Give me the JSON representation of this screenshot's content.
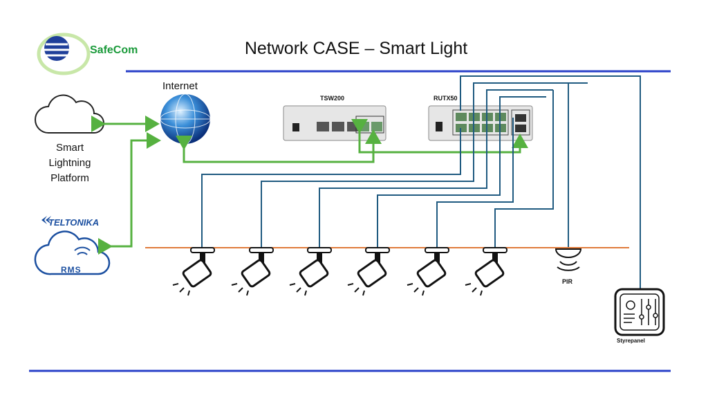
{
  "title": "Network CASE – Smart Light",
  "logo": {
    "brand": "SafeCom"
  },
  "nodes": {
    "internet": "Internet",
    "platform_lines": [
      "Smart",
      "Lightning",
      "Platform"
    ],
    "teltonika": "TELTONIKA",
    "rms": "RMS",
    "switch": "TSW200",
    "router": "RUTX50",
    "sensor": "PIR",
    "control_panel": "Styrepanel"
  },
  "spotlight_count": 6,
  "colors": {
    "accent_blue": "#2940c8",
    "ethernet": "#1f5a80",
    "link_green": "#56b140",
    "rail": "#e07a3a",
    "logo_green": "#1a9a3a"
  }
}
